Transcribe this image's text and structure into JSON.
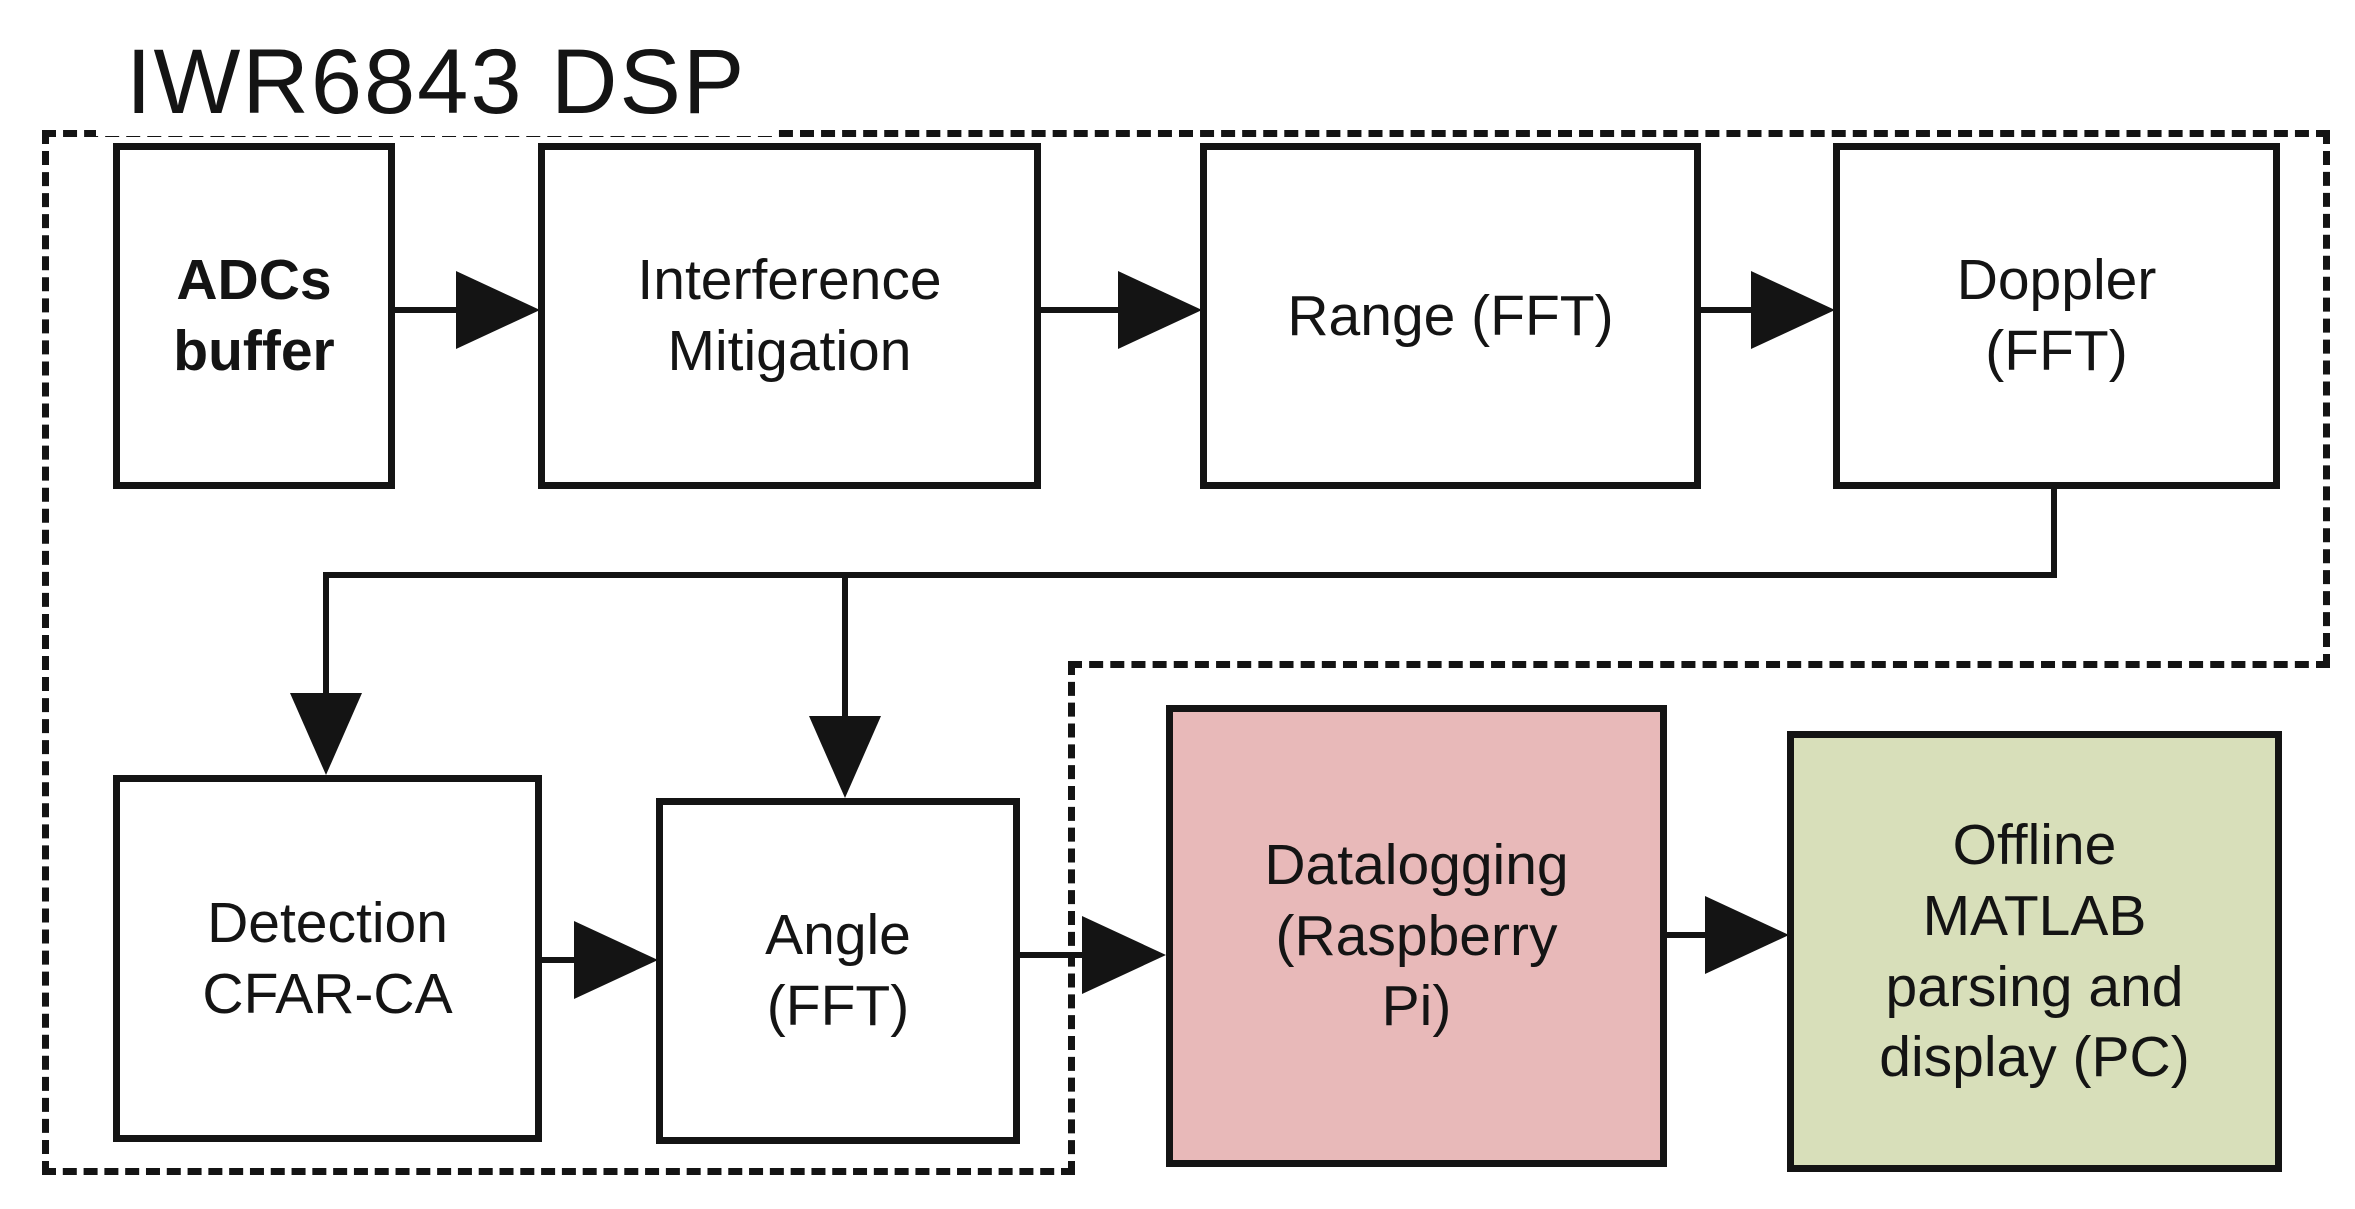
{
  "diagram": {
    "title": "IWR6843 DSP",
    "colors": {
      "line": "#141414",
      "box_fill": "#ffffff",
      "datalogging_fill": "#e8b9b9",
      "offline_fill": "#d8dfba"
    },
    "nodes": {
      "adcs": {
        "label": "ADCs\nbuffer"
      },
      "interference": {
        "label": "Interference\nMitigation"
      },
      "range": {
        "label": "Range (FFT)"
      },
      "doppler": {
        "label": "Doppler\n(FFT)"
      },
      "detection": {
        "label": "Detection\nCFAR-CA"
      },
      "angle": {
        "label": "Angle\n(FFT)"
      },
      "datalogging": {
        "label": "Datalogging\n(Raspberry\nPi)"
      },
      "offline": {
        "label": "Offline\nMATLAB\nparsing and\ndisplay (PC)"
      }
    }
  }
}
